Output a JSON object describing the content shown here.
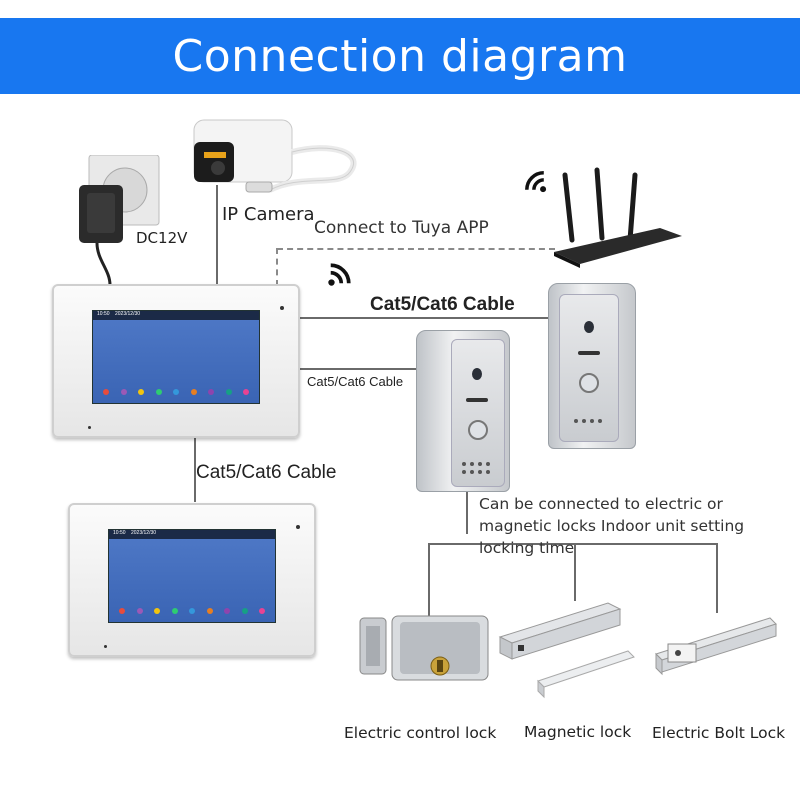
{
  "title": "Connection diagram",
  "labels": {
    "power": "DC12V",
    "ip_camera": "IP Camera",
    "tuya": "Connect to Tuya APP",
    "cable_top": "Cat5/Cat6 Cable",
    "cable_mid": "Cat5/Cat6 Cable",
    "cable_bottom": "Cat5/Cat6 Cable",
    "lock_note": "Can be connected to electric or magnetic locks Indoor unit setting locking time"
  },
  "screen": {
    "time": "10:50",
    "date": "2023/12/30"
  },
  "locks": [
    {
      "name": "Electric control lock"
    },
    {
      "name": "Magnetic lock"
    },
    {
      "name": "Electric Bolt Lock"
    }
  ],
  "colors": {
    "banner": "#1877f0",
    "screen": "#4f79c7"
  },
  "icons": [
    "power-adapter-icon",
    "ip-camera-icon",
    "router-icon",
    "wifi-icon",
    "monitor-icon",
    "door-station-icon",
    "electric-lock-icon",
    "magnetic-lock-icon",
    "bolt-lock-icon"
  ]
}
